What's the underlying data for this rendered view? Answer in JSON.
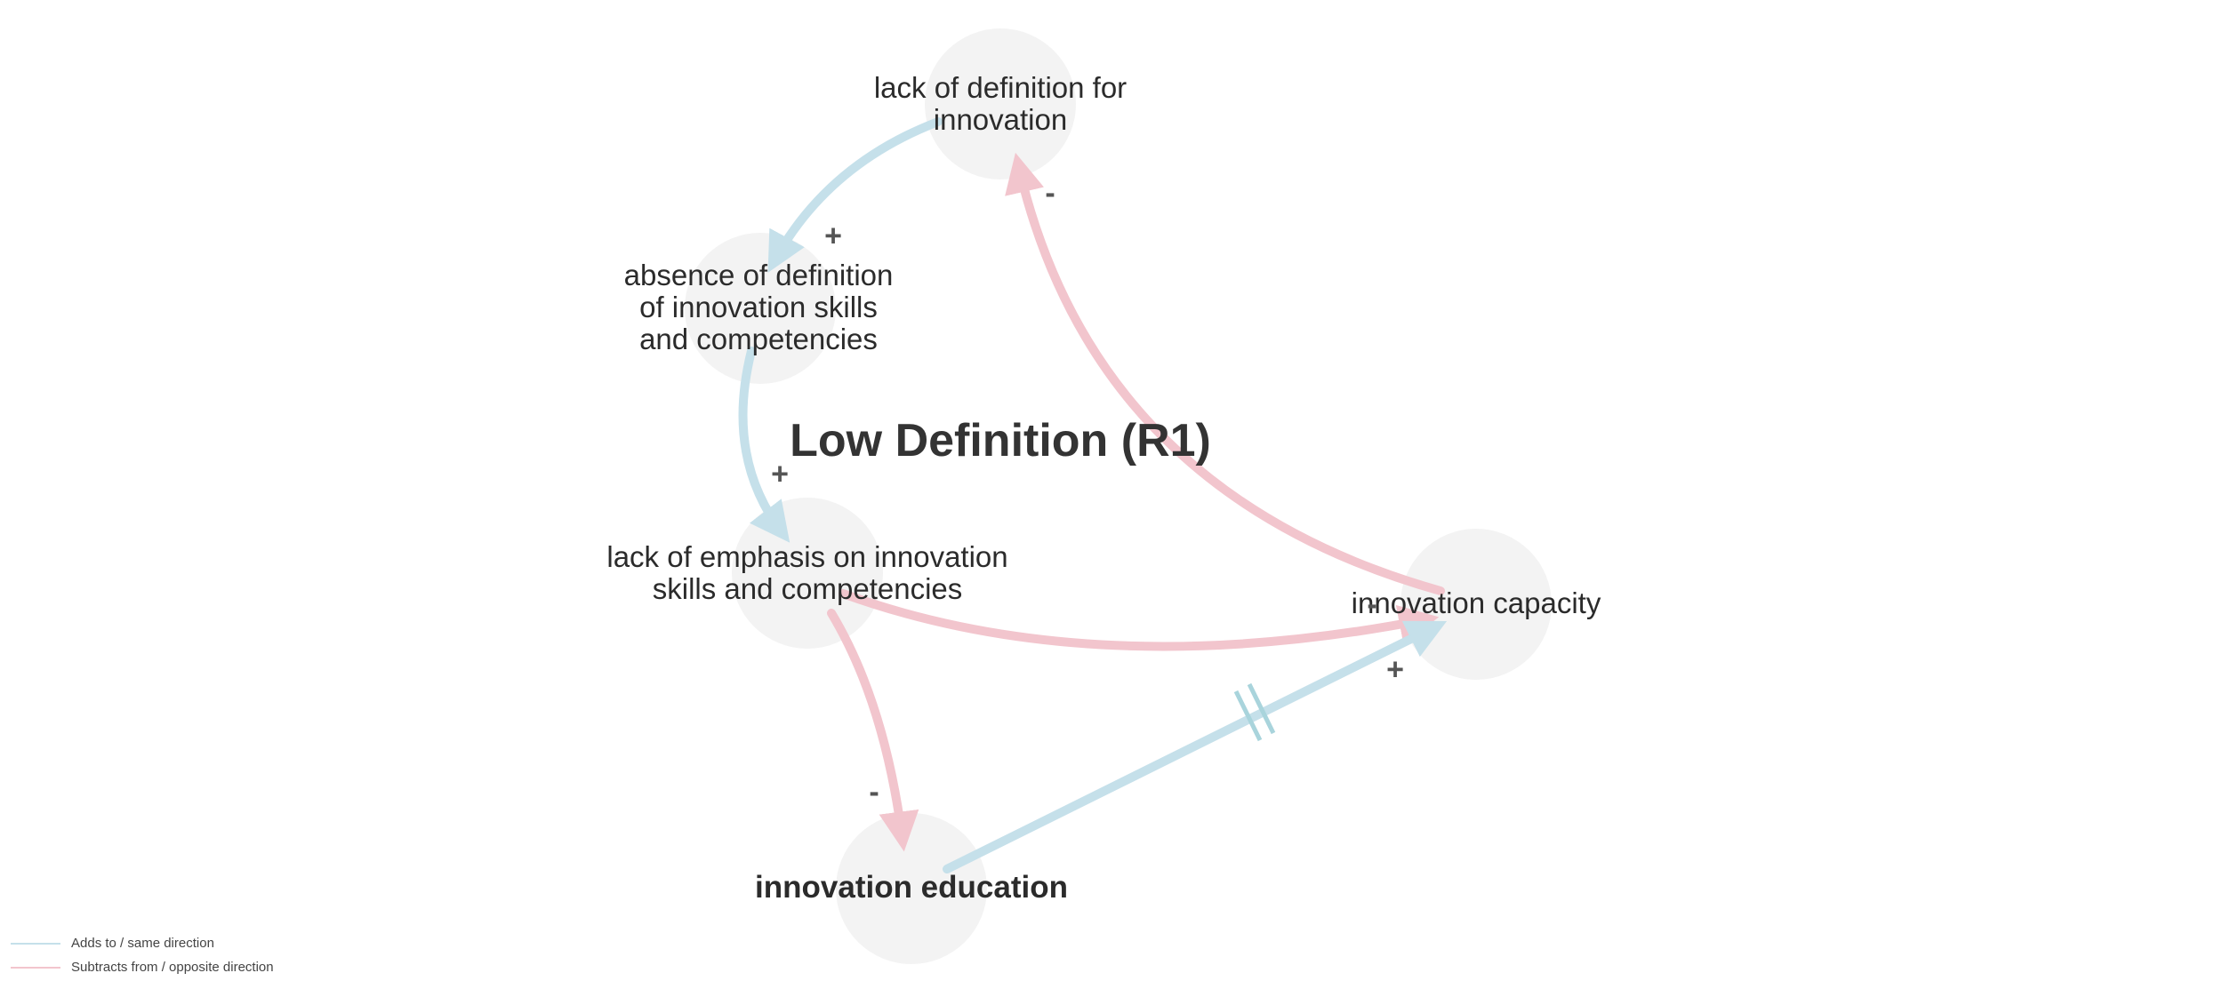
{
  "loop": {
    "title": "Low Definition (R1)"
  },
  "nodes": {
    "lack_of_definition": "lack of definition for\ninnovation",
    "absence_of_definition": "absence of definition\nof innovation skills\nand competencies",
    "lack_of_emphasis": "lack of emphasis on innovation\nskills and competencies",
    "innovation_capacity": "innovation capacity",
    "innovation_education": "innovation education"
  },
  "links": [
    {
      "from": "lack_of_definition",
      "to": "absence_of_definition",
      "polarity": "+",
      "type": "adds"
    },
    {
      "from": "absence_of_definition",
      "to": "lack_of_emphasis",
      "polarity": "+",
      "type": "adds"
    },
    {
      "from": "lack_of_emphasis",
      "to": "innovation_capacity",
      "polarity": "-",
      "type": "subtracts"
    },
    {
      "from": "lack_of_emphasis",
      "to": "innovation_education",
      "polarity": "-",
      "type": "subtracts"
    },
    {
      "from": "innovation_education",
      "to": "innovation_capacity",
      "polarity": "+",
      "type": "adds",
      "delay": true
    },
    {
      "from": "innovation_capacity",
      "to": "lack_of_definition",
      "polarity": "-",
      "type": "subtracts"
    }
  ],
  "polarities": {
    "p1": "+",
    "p2": "+",
    "p3": "-",
    "p4": "-",
    "p5": "+",
    "p6": "-"
  },
  "legend": {
    "adds_label": "Adds to / same direction",
    "subtracts_label": "Subtracts from / opposite direction"
  },
  "colors": {
    "adds": "#c5e0ea",
    "subtracts": "#f2c5cd",
    "node_fill": "#f3f3f3",
    "delay_mark": "#a9d4dc",
    "text": "#2b2b2b"
  }
}
